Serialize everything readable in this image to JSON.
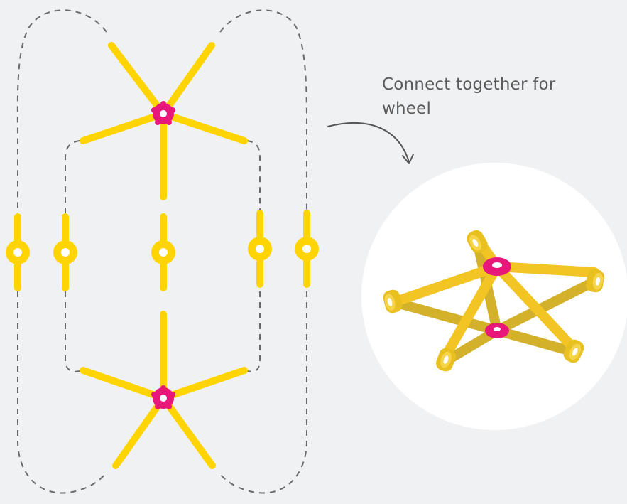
{
  "caption": "Connect together for wheel",
  "colors": {
    "background": "#f0f1f2",
    "rod_yellow": "#ffd400",
    "rod_dark_yellow": "#d4b12b",
    "connector_pink": "#e8177a",
    "dashed_line": "#6a6a6a",
    "circle": "#ffffff"
  },
  "parts": {
    "hubs": 2,
    "spokes_per_hub": 5,
    "side_connectors": 5
  }
}
